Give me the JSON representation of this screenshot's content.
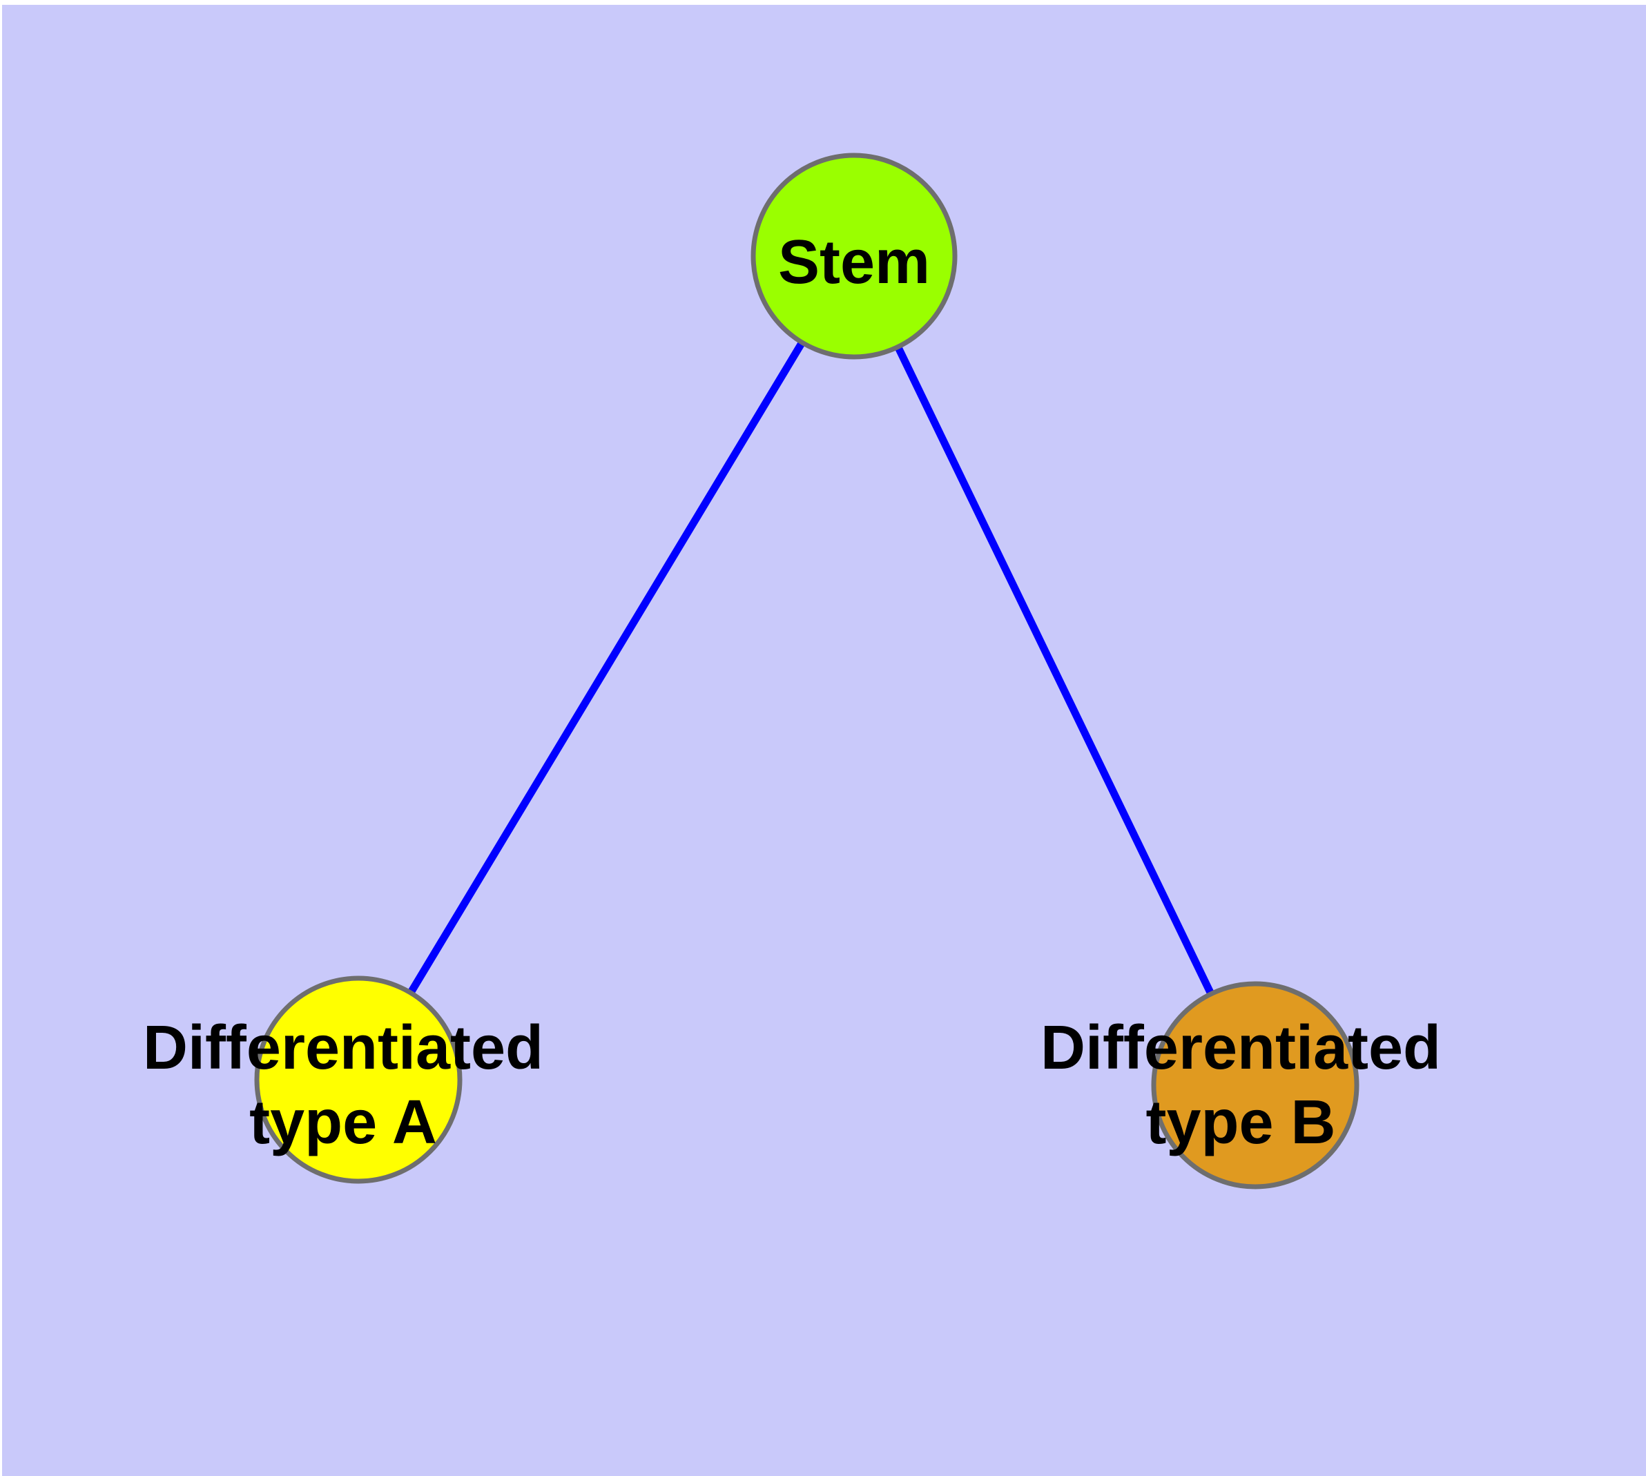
{
  "canvas": {
    "background_color": "#c9c9fa",
    "margin_color": "#ffffff",
    "node_border_color": "#6e6e6e",
    "text_color": "#000000"
  },
  "graph": {
    "nodes": {
      "stem": {
        "label": "Stem",
        "fill": "#9aff00"
      },
      "typeA": {
        "label": "Differentiated type A",
        "line1": "Differentiated",
        "line2": "type A",
        "fill": "#ffff00"
      },
      "typeB": {
        "label": "Differentiated type B",
        "line1": "Differentiated",
        "line2": "type B",
        "fill": "#e09a20"
      }
    },
    "edges": {
      "color": "#0000ff",
      "items": [
        {
          "from": "Stem",
          "to": "Differentiated type A"
        },
        {
          "from": "Stem",
          "to": "Differentiated type B"
        }
      ]
    }
  }
}
